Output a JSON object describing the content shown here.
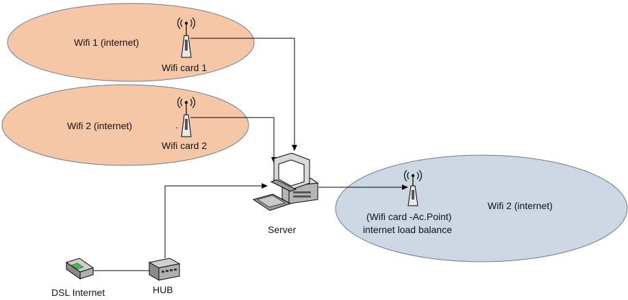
{
  "zones": {
    "wifi1": {
      "label": "Wifi 1 (internet)",
      "fill": "#f6c7a6",
      "stroke": "#6a7a8a"
    },
    "wifi2": {
      "label": "Wifi 2 (internet)",
      "fill": "#f6c7a6",
      "stroke": "#6a7a8a"
    },
    "ap": {
      "label": "Wifi 2 (internet)",
      "fill": "#cdd7e3",
      "stroke": "#6a7a8a"
    }
  },
  "devices": {
    "wifi_card_1": {
      "label": "Wifi card 1",
      "icon": "antenna-icon"
    },
    "wifi_card_2": {
      "label": "Wifi card 2",
      "icon": "antenna-icon"
    },
    "access_point": {
      "label_line1": "(Wifi card -Ac.Point)",
      "label_line2": "internet load balance",
      "icon": "antenna-icon"
    },
    "server": {
      "label": "Server",
      "icon": "computer-icon"
    },
    "hub": {
      "label": "HUB",
      "icon": "hub-icon"
    },
    "dsl": {
      "label": "DSL Internet",
      "icon": "modem-icon"
    }
  },
  "colors": {
    "line": "#000000",
    "device_gray": "#9a9a9a"
  }
}
